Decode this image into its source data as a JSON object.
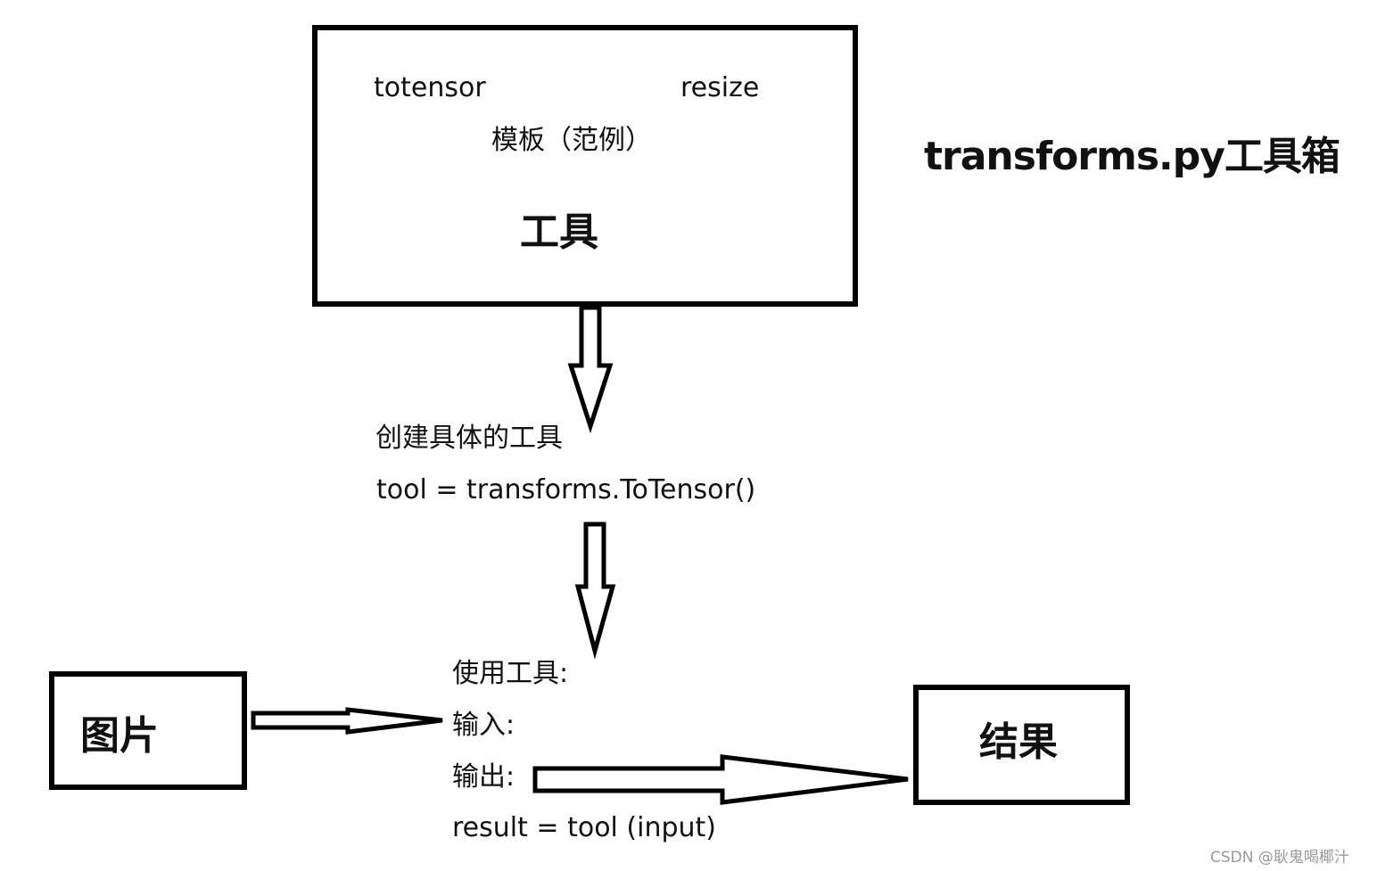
{
  "toolbox_box": {
    "item_totensor": "totensor",
    "item_resize": "resize",
    "template_label": "模板（范例）",
    "title": "工具"
  },
  "toolbox_label": "transforms.py工具箱",
  "create_step": {
    "heading": "创建具体的工具",
    "code": "tool = transforms.ToTensor()"
  },
  "use_step": {
    "heading": "使用工具:",
    "input_label": "输入:",
    "output_label": "输出:",
    "code": "result = tool (input)"
  },
  "input_box": {
    "label": "图片"
  },
  "result_box": {
    "label": "结果"
  },
  "watermark": "CSDN @耿鬼喝椰汁"
}
